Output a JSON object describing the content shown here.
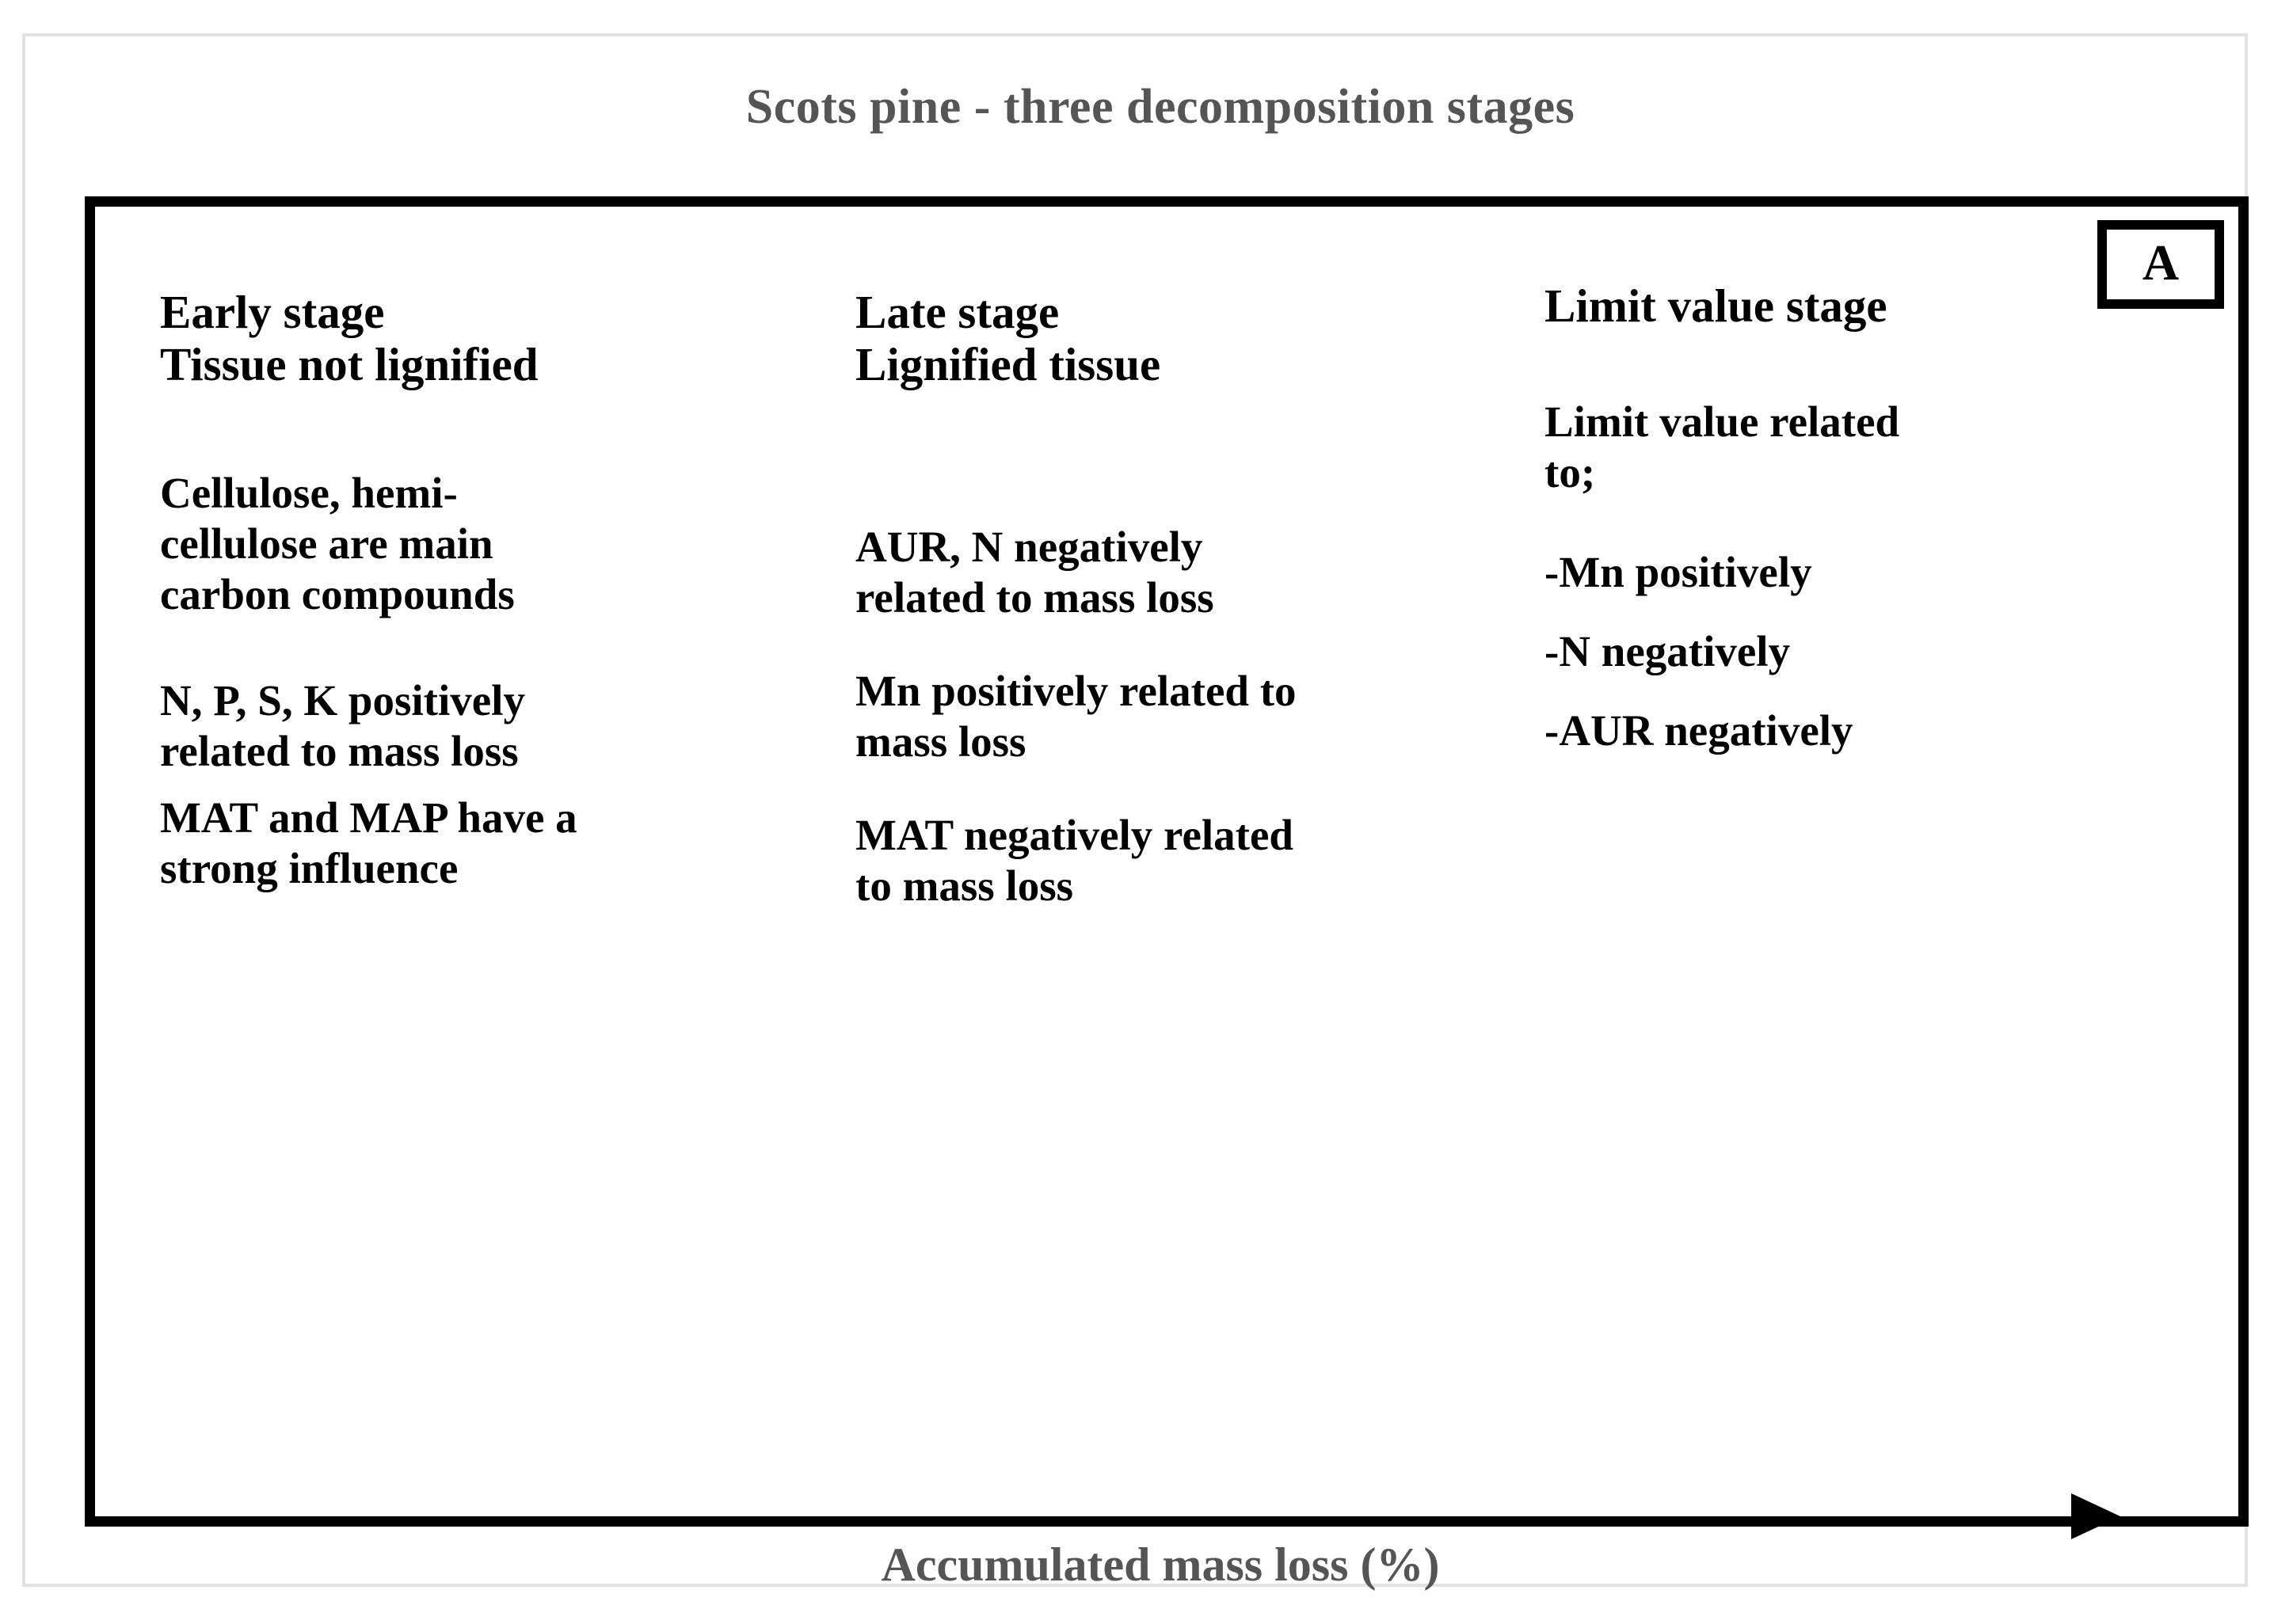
{
  "figure": {
    "title": "Scots pine - three decomposition stages",
    "panel_label": "A",
    "axis_caption": "Accumulated mass loss (%)",
    "title_color": "#555555",
    "border_color": "#000000",
    "text_color": "#000000",
    "background_color": "#ffffff"
  },
  "columns": [
    {
      "id": "early-stage",
      "heading": "Early stage\nTissue not lignified",
      "notes": [
        "Cellulose, hemi-\ncellulose are main\ncarbon compounds",
        "N, P, S, K positively\nrelated to mass loss",
        "MAT and MAP have a\nstrong influence"
      ]
    },
    {
      "id": "late-stage",
      "heading": "Late stage\nLignified tissue",
      "notes": [
        "AUR, N negatively\nrelated to mass loss",
        "Mn positively related to\nmass loss",
        "MAT negatively related\nto mass loss"
      ]
    },
    {
      "id": "limit-value-stage",
      "heading": "Limit value stage",
      "notes": [
        "Limit value related\nto;",
        "-Mn positively",
        "-N  negatively",
        "-AUR negatively"
      ]
    }
  ]
}
